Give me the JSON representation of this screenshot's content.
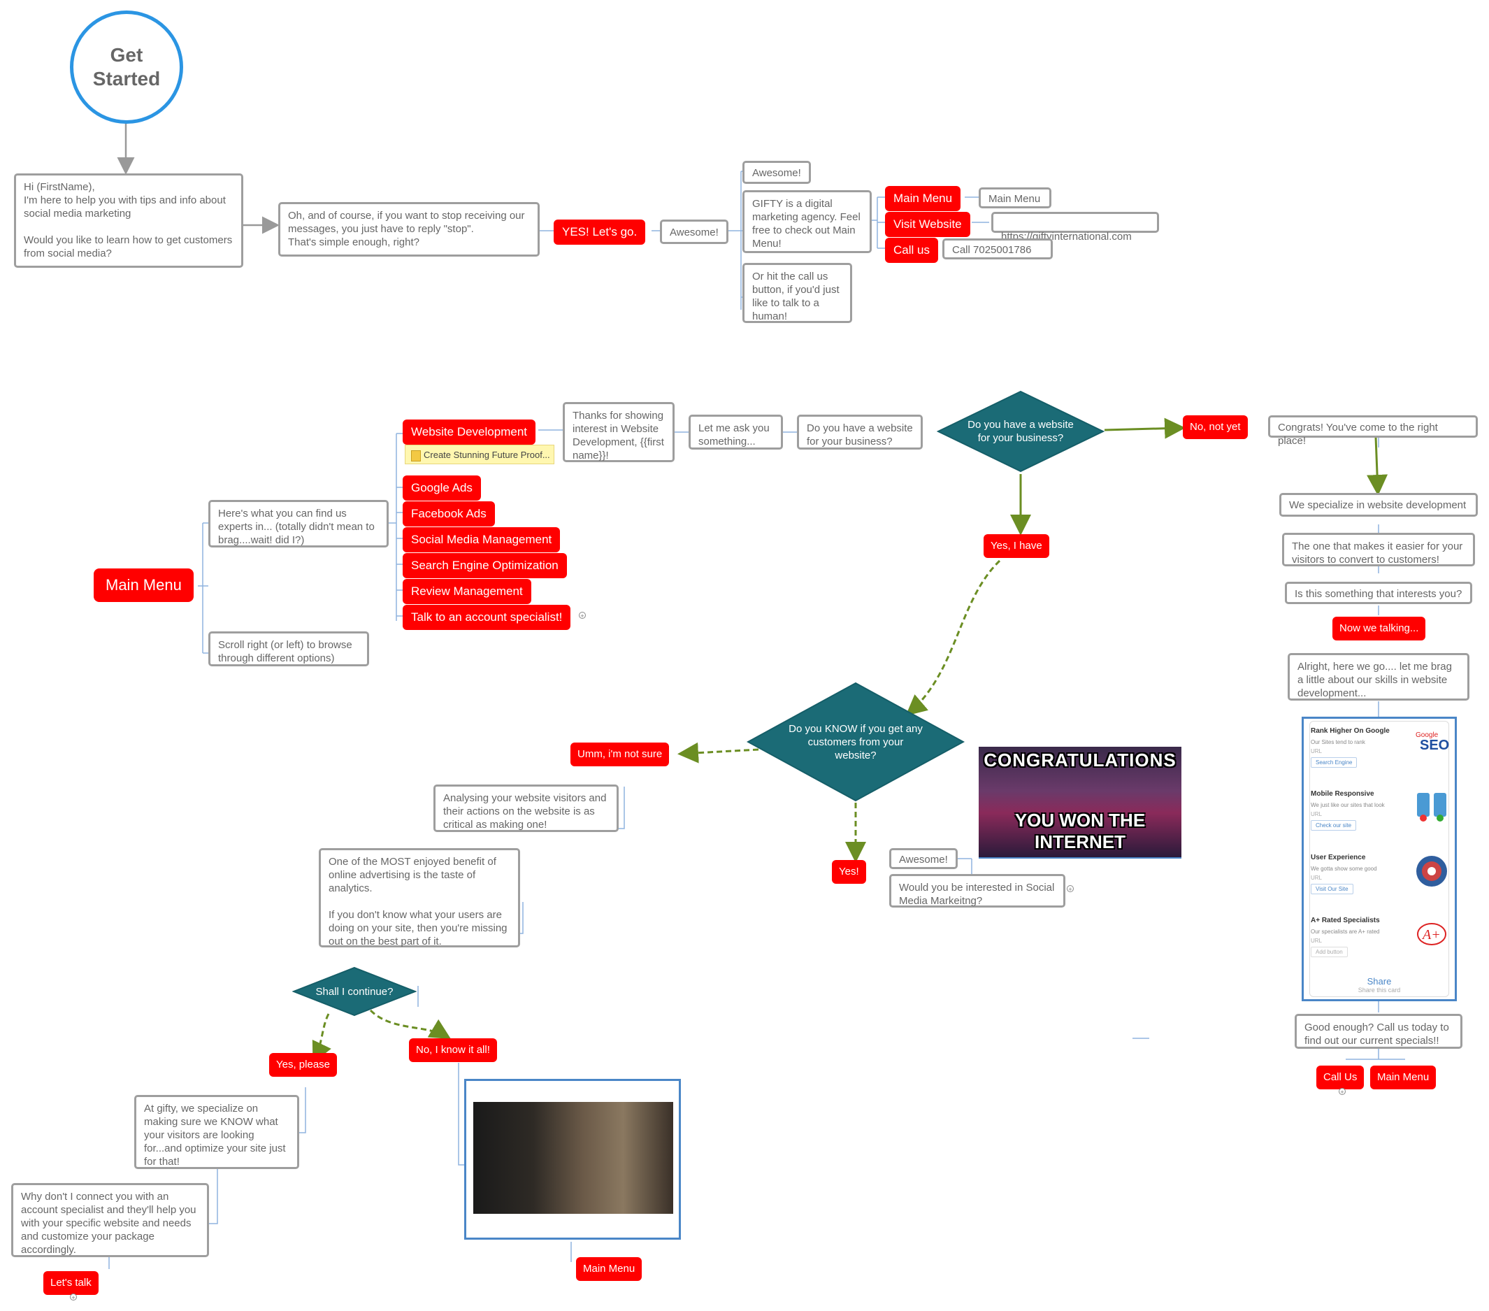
{
  "start": {
    "label": "Get\nStarted"
  },
  "intro": {
    "greeting": "Hi (FirstName),\nI'm here to help you with tips and info about social media marketing\n\nWould you like to learn how  to get customers from social media?",
    "stop_msg": "Oh, and of course, if you want to stop receiving our messages, you just have to reply \"stop\".\nThat's simple enough, right?",
    "yes_btn": "YES! Let's go.",
    "awesome": "Awesome!",
    "awesome2": "Awesome!",
    "gifty": "GIFTY is a digital marketing agency. Feel free to check out Main Menu!",
    "call_note": "Or hit the call us button, if you'd just like to talk to a human!",
    "main_menu_btn": "Main Menu",
    "visit_btn": "Visit Website",
    "call_btn": "Call us",
    "main_menu_target": "Main Menu",
    "url": "https://giftyinternational.com",
    "phone": "Call 7025001786"
  },
  "menu": {
    "main": "Main Menu",
    "experts": "Here's what you can find us experts in... (totally didn't mean to brag....wait! did I?)",
    "scroll": "Scroll right (or left) to browse through different options)",
    "items": [
      "Website Development",
      "Google Ads",
      "Facebook Ads",
      "Social Media Management",
      "Search Engine Optimization",
      "Review Management",
      "Talk to an account specialist!"
    ],
    "sticky": "Create Stunning Future Proof..."
  },
  "webdev": {
    "thanks": "Thanks for showing interest in Website Development, {{first name}}!",
    "ask": "Let me ask you something...",
    "q": "Do you have a website for your business?",
    "diamond": "Do you have a website\nfor your business?",
    "no_btn": "No, not yet",
    "yes_btn": "Yes, I have",
    "congrats": "Congrats! You've come to the right place!",
    "specialize": "We specialize in website development",
    "convert": "The one that makes it easier for your visitors to convert to customers!",
    "interest": "Is this something that interests you?",
    "now_btn": "Now we talking...",
    "brag": "Alright, here we go.... let me brag a little about our skills in website development...",
    "good": "Good enough? Call us today to find out our current specials!!",
    "call_us_btn": "Call Us",
    "main_menu_btn": "Main Menu"
  },
  "card": {
    "items": [
      {
        "title": "Rank Higher On Google",
        "desc": "Our Sites tend to rank",
        "url": "URL",
        "btn": "Search Engine",
        "icon": "seo-icon"
      },
      {
        "title": "Mobile Responsive",
        "desc": "We just like our sites that look",
        "url": "URL",
        "btn": "Check our site",
        "icon": "mobile-icon"
      },
      {
        "title": "User Experience",
        "desc": "We gotta show some good",
        "url": "URL",
        "btn": "Visit Our Site",
        "icon": "ux-icon"
      },
      {
        "title": "A+ Rated Specialists",
        "desc": "Our specialists are A+ rated",
        "url": "URL",
        "btn": "Add button",
        "icon": "a-plus-icon"
      }
    ],
    "share": "Share",
    "share_sub": "Share this card"
  },
  "know": {
    "diamond": "Do you KNOW if you get any\ncustomers from your\nwebsite?",
    "unsure_btn": "Umm, i'm not sure",
    "yes_btn": "Yes!",
    "awesome": "Awesome!",
    "social_q": "Would you be interested in Social Media Markeitng?",
    "meme_top": "CONGRATULATIONS",
    "meme_bottom": "YOU WON THE INTERNET",
    "analysing": "Analysing your website visitors and their actions on the website is as critical as making one!",
    "analytics": "One of the MOST enjoyed benefit of online advertising is the taste of analytics.\n\nIf you don't know what your users are doing on your site, then you're missing out on the best part of it.",
    "shall": "Shall I continue?",
    "yes_please": "Yes, please",
    "no_know": "No, I know it all!",
    "gifty_know": "At gifty, we specialize on making sure we KNOW what your visitors are looking for...and optimize your site just for that!",
    "connect": "Why don't I connect you with an account specialist and they'll help you with your specific website and needs and customize your package accordingly.",
    "lets_talk": "Let's talk",
    "main_menu_btn": "Main Menu"
  },
  "colors": {
    "red": "#ff0000",
    "teal": "#1b6b76",
    "blue": "#2b95e3",
    "green": "#6b8e23",
    "border": "#9e9e9e"
  }
}
